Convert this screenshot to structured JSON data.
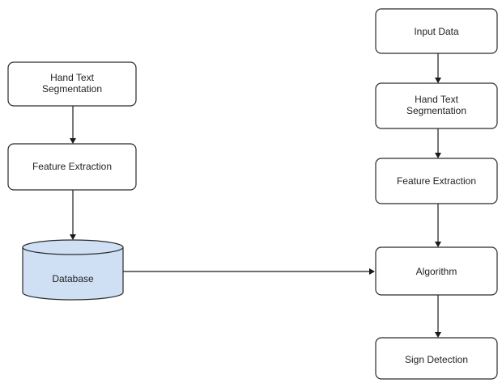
{
  "diagram": {
    "left_flow": {
      "hand_text_segmentation": [
        "Hand Text",
        "Segmentation"
      ],
      "feature_extraction": "Feature Extraction",
      "database": "Database"
    },
    "right_flow": {
      "input_data": "Input Data",
      "hand_text_segmentation": [
        "Hand Text",
        "Segmentation"
      ],
      "feature_extraction": "Feature Extraction",
      "algorithm": "Algorithm",
      "sign_detection": "Sign Detection"
    },
    "colors": {
      "database_fill": "#cfe0f4",
      "stroke": "#2b2b2b",
      "background": "#ffffff"
    }
  }
}
